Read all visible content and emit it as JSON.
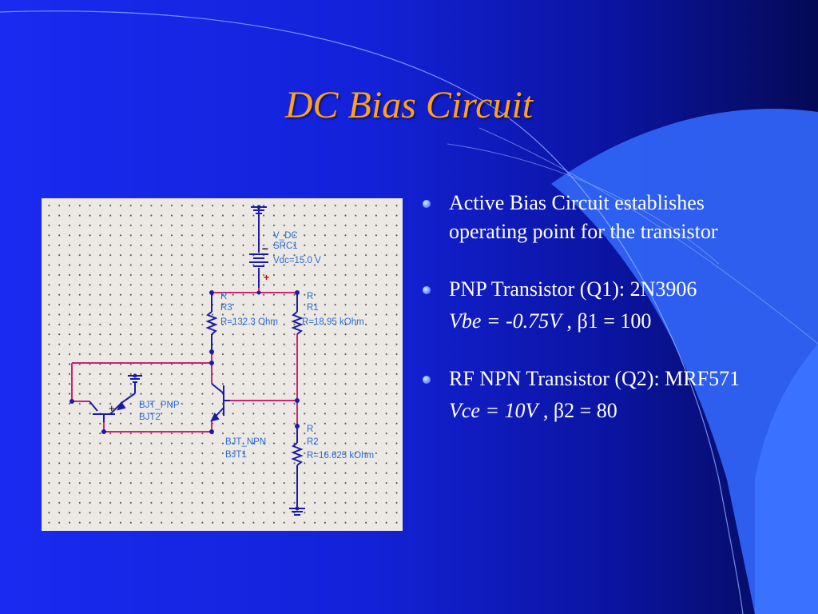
{
  "slide": {
    "title": "DC Bias Circuit"
  },
  "schematic": {
    "vdc": {
      "type": "V_DC",
      "name": "SRC1",
      "value": "Vdc=15.0 V",
      "plus": "+",
      "minus": "–"
    },
    "r3": {
      "type": "R",
      "name": "R3",
      "value": "R=132.3 Ohm"
    },
    "r1": {
      "type": "R",
      "name": "R1",
      "value": "R=18.95 kOhm"
    },
    "r2": {
      "type": "R",
      "name": "R2",
      "value": "R=16.625 kOhm"
    },
    "bjt_pnp": {
      "type": "BJT_PNP",
      "name": "BJT2"
    },
    "bjt_npn": {
      "type": "BJT_NPN",
      "name": "BJT1"
    },
    "wire_color": "#cc2277",
    "component_color": "#1a1aa8"
  },
  "bullets": [
    {
      "text": "Active Bias Circuit establishes operating point for the transistor"
    },
    {
      "text": "PNP Transistor (Q1): 2N3906",
      "sub_var": "Vbe = -0.75V",
      "sub_rest": " , β1 = 100"
    },
    {
      "text": "RF NPN Transistor (Q2): MRF571",
      "sub_var": "Vce = 10V",
      "sub_rest": " , β2 = 80"
    }
  ]
}
